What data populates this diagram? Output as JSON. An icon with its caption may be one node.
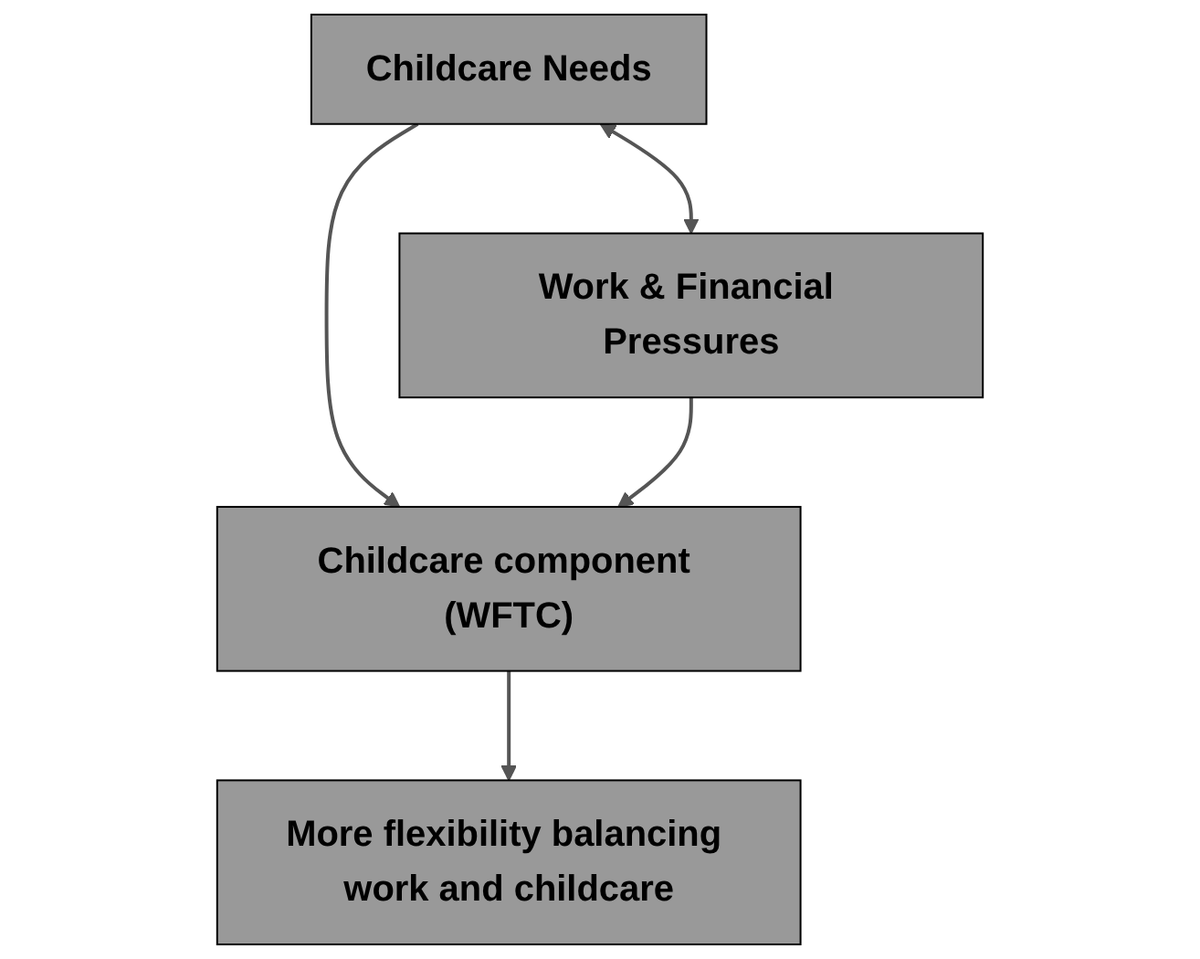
{
  "diagram": {
    "nodes": [
      {
        "text": [
          "Childcare Needs"
        ]
      },
      {
        "text": [
          "Work & Financial Pressures"
        ]
      },
      {
        "text": [
          "Childcare component (WFTC)"
        ]
      },
      {
        "text": [
          "More flexibility balancing work and childcare"
        ]
      }
    ],
    "edges": [
      {
        "from": 0,
        "to": 1,
        "arrow": "both"
      },
      {
        "from": 0,
        "to": 2,
        "arrow": "to"
      },
      {
        "from": 1,
        "to": 2,
        "arrow": "to"
      },
      {
        "from": 2,
        "to": 3,
        "arrow": "to"
      }
    ]
  }
}
